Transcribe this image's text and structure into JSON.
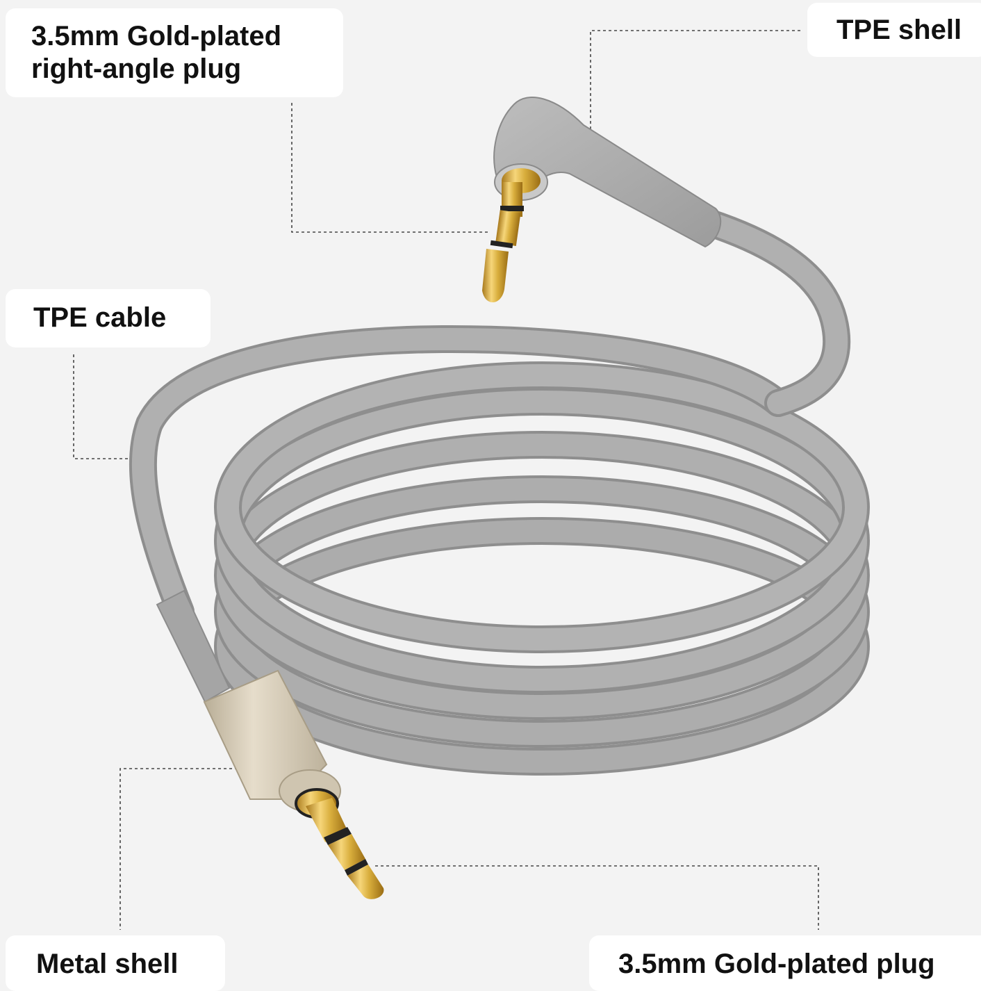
{
  "labels": {
    "right_angle_plug": [
      "3.5mm Gold-plated",
      "right-angle plug"
    ],
    "tpe_shell": "TPE shell",
    "tpe_cable": "TPE cable",
    "metal_shell": "Metal shell",
    "straight_plug": "3.5mm Gold-plated plug"
  },
  "colors": {
    "background": "#f3f3f3",
    "cable": "#a9a9a9",
    "gold": "#d8ad3c",
    "metal_shell": "#d2c9b7",
    "leader_line": "#444444"
  }
}
